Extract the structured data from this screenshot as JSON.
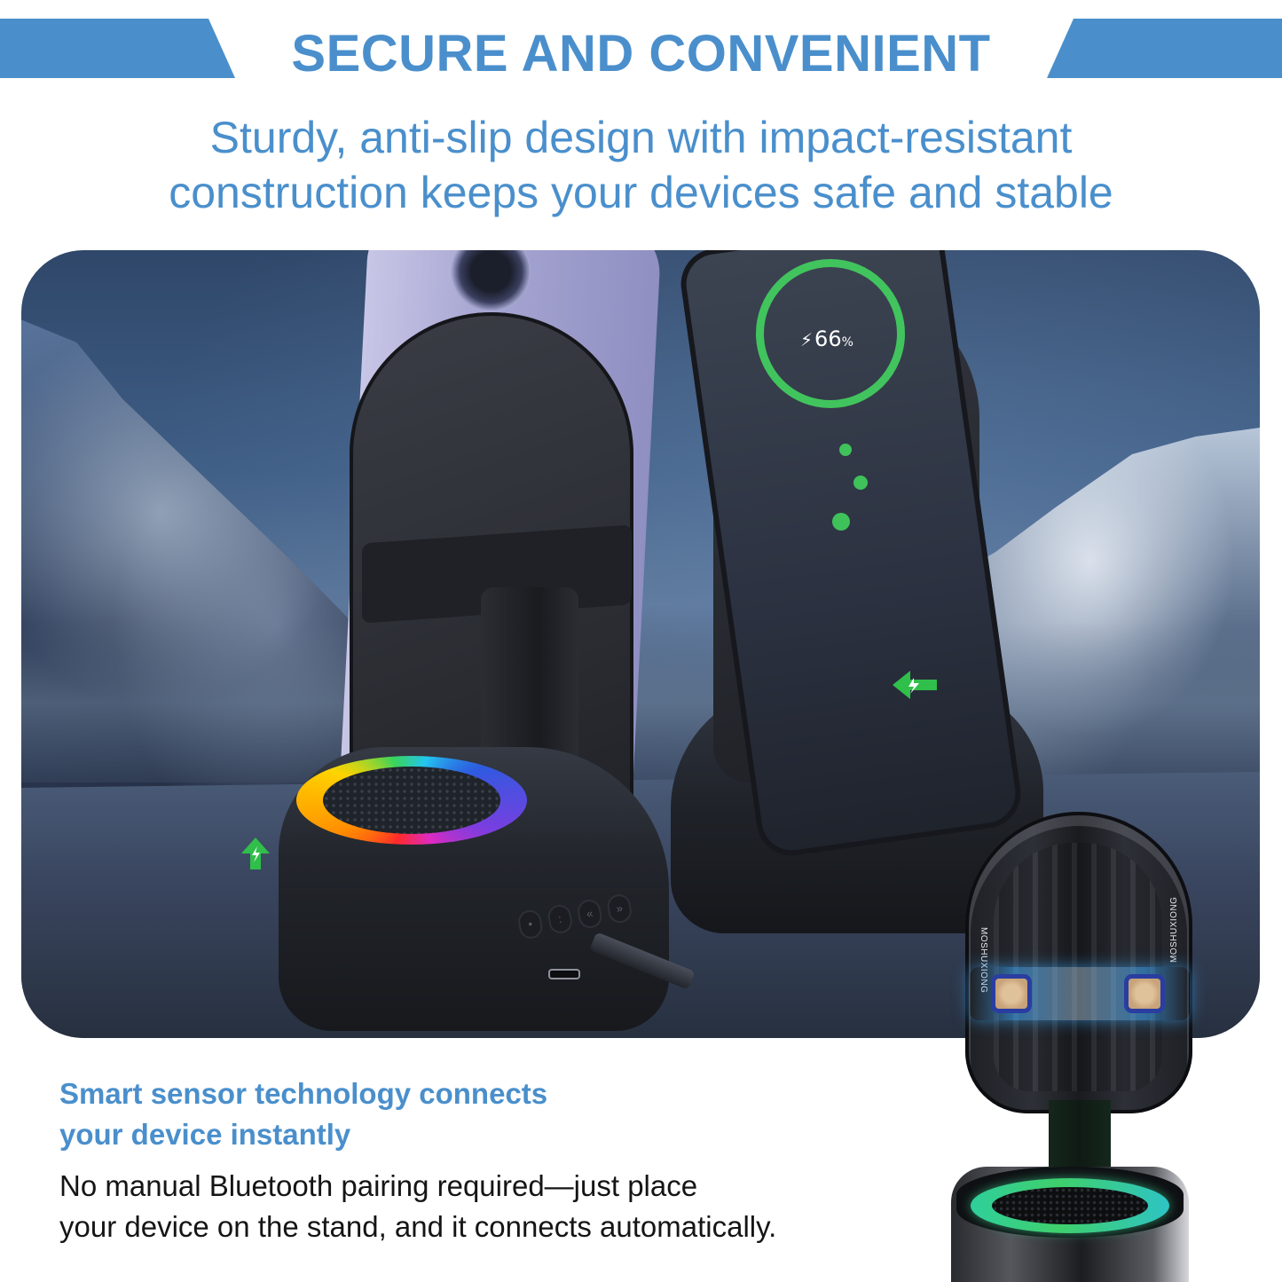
{
  "header": {
    "title": "SECURE AND CONVENIENT",
    "subtitle_line1": "Sturdy, anti-slip design with impact-resistant",
    "subtitle_line2": "construction keeps your devices safe and stable",
    "accent_color": "#4a8fcc"
  },
  "hero": {
    "phone_screen": {
      "charge_icon": "lightning-bolt-icon",
      "charge_symbol": "⚡",
      "charge_value": "66",
      "charge_unit": "%",
      "ring_color": "#41c45d"
    },
    "base_controls": {
      "buttons": [
        {
          "icon": "power-icon",
          "glyph": "•"
        },
        {
          "icon": "mode-icon",
          "glyph": ":"
        },
        {
          "icon": "previous-icon",
          "glyph": "«"
        },
        {
          "icon": "next-icon",
          "glyph": "»"
        }
      ],
      "port": "usb-c-port"
    },
    "charging_arrows": [
      "green-charging-arrow-left",
      "green-charging-arrow-right"
    ],
    "rgb_rings": [
      "rgb-light-ring-left",
      "rgb-light-ring-right"
    ]
  },
  "product_cutout": {
    "brand_text_left": "MOSHUXIONG",
    "brand_text_right": "MOSHUXIONG",
    "ring_color": "#3fcf6c",
    "sensor_glow_color": "#3caaff"
  },
  "feature": {
    "title_line1": "Smart sensor technology connects",
    "title_line2": "your device instantly",
    "body_line1": "No manual Bluetooth pairing required—just place",
    "body_line2": "your device on the stand, and it connects automatically."
  }
}
